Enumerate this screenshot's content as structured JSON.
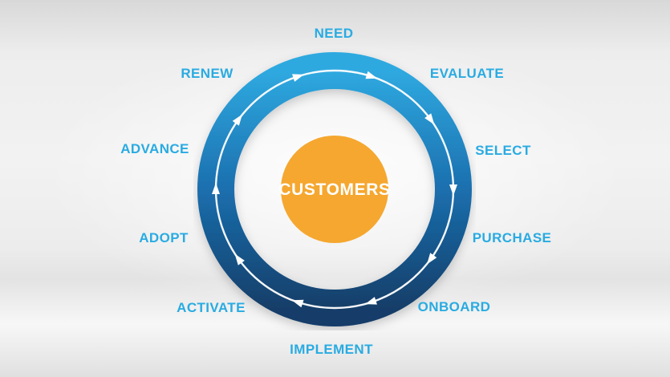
{
  "diagram": {
    "center_label": "CUSTOMERS",
    "stages": [
      {
        "id": "need",
        "label": "NEED"
      },
      {
        "id": "evaluate",
        "label": "EVALUATE"
      },
      {
        "id": "select",
        "label": "SELECT"
      },
      {
        "id": "purchase",
        "label": "PURCHASE"
      },
      {
        "id": "onboard",
        "label": "ONBOARD"
      },
      {
        "id": "implement",
        "label": "IMPLEMENT"
      },
      {
        "id": "activate",
        "label": "ACTIVATE"
      },
      {
        "id": "adopt",
        "label": "ADOPT"
      },
      {
        "id": "advance",
        "label": "ADVANCE"
      },
      {
        "id": "renew",
        "label": "RENEW"
      }
    ],
    "flow_direction": "clockwise",
    "colors": {
      "label_text": "#29abe2",
      "ring_gradient_top": "#2fa9e0",
      "ring_gradient_bottom": "#123e69",
      "arrow": "#ffffff",
      "center_circle": "#f5a72f",
      "center_text": "#ffffff",
      "background": "#ececec"
    }
  }
}
